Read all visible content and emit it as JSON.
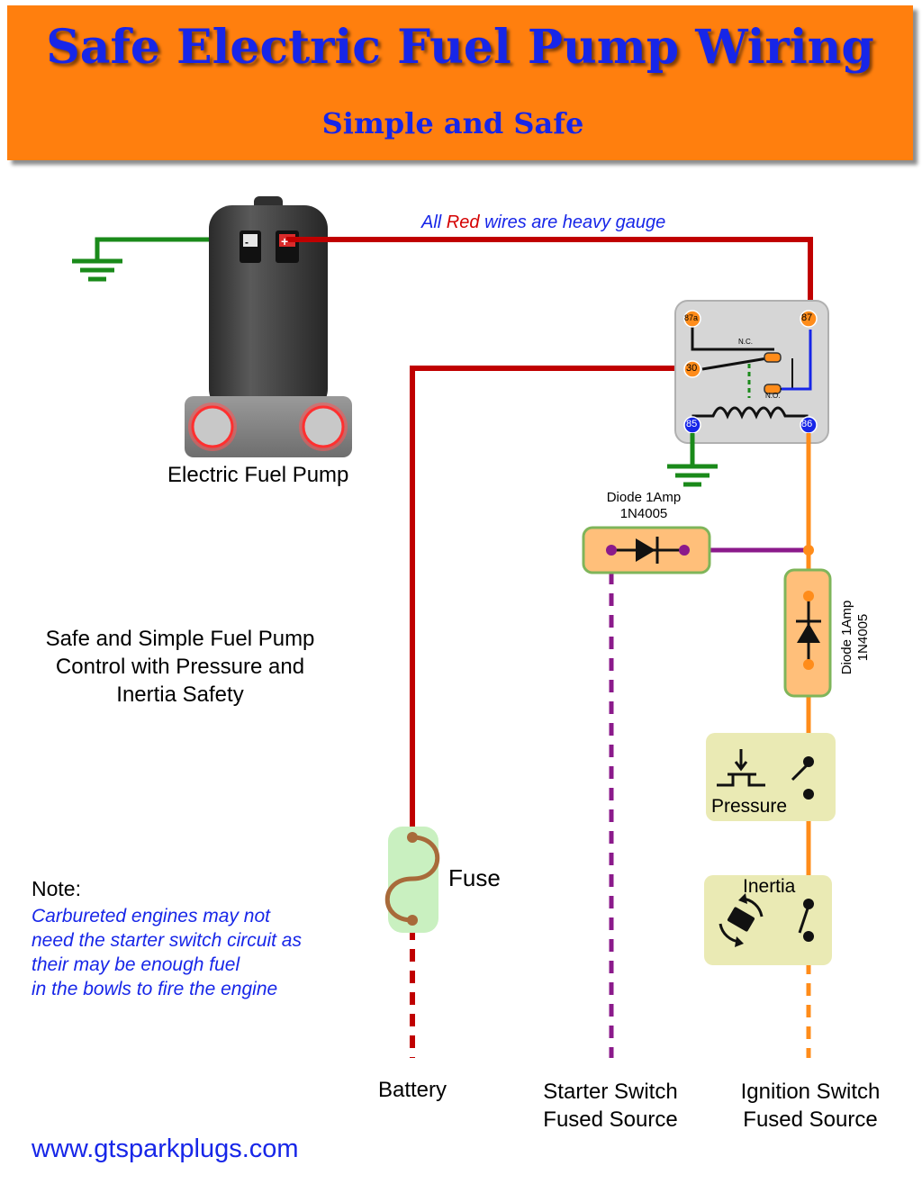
{
  "header": {
    "title": "Safe Electric Fuel Pump Wiring",
    "subtitle": "Simple and Safe"
  },
  "wire_note": {
    "prefix": "All",
    "red_word": "Red",
    "suffix": "wires are heavy gauge"
  },
  "pump": {
    "label": "Electric Fuel Pump",
    "neg_terminal": "-",
    "pos_terminal": "+"
  },
  "relay": {
    "pin_87a": "87a",
    "pin_87": "87",
    "pin_30": "30",
    "pin_85": "85",
    "pin_86": "86",
    "nc_label": "N.C.",
    "no_label": "N.O."
  },
  "diode_1": {
    "line1": "Diode 1Amp",
    "line2": "1N4005"
  },
  "diode_2": {
    "line1": "Diode 1Amp",
    "line2": "1N4005"
  },
  "description": [
    "Safe and Simple Fuel Pump",
    "Control with Pressure and",
    "Inertia Safety"
  ],
  "pressure_switch": {
    "label": "Pressure"
  },
  "inertia_switch": {
    "label": "Inertia"
  },
  "fuse": {
    "label": "Fuse"
  },
  "note": {
    "heading": "Note:",
    "lines": [
      "Carbureted engines may not",
      "need the starter switch circuit as",
      "their may be enough fuel",
      "in the bowls to fire the engine"
    ]
  },
  "sources": {
    "battery": "Battery",
    "starter": [
      "Starter Switch",
      "Fused Source"
    ],
    "ignition": [
      "Ignition Switch",
      "Fused Source"
    ]
  },
  "footer": {
    "url": "www.gtsparkplugs.com"
  },
  "colors": {
    "banner": "#ff7f0e",
    "title_blue": "#1726e8",
    "heavy_wire_red": "#c00000",
    "ground_green": "#1a8a1a",
    "purple_wire": "#8b1a8b",
    "orange_wire": "#ff8c1a",
    "pump_body": "#3a3a3a",
    "relay_body": "#d6d6d6",
    "switch_box": "#eaeab4",
    "fuse_box": "#c9f0c0",
    "diode_box": "#ffbf7a"
  }
}
